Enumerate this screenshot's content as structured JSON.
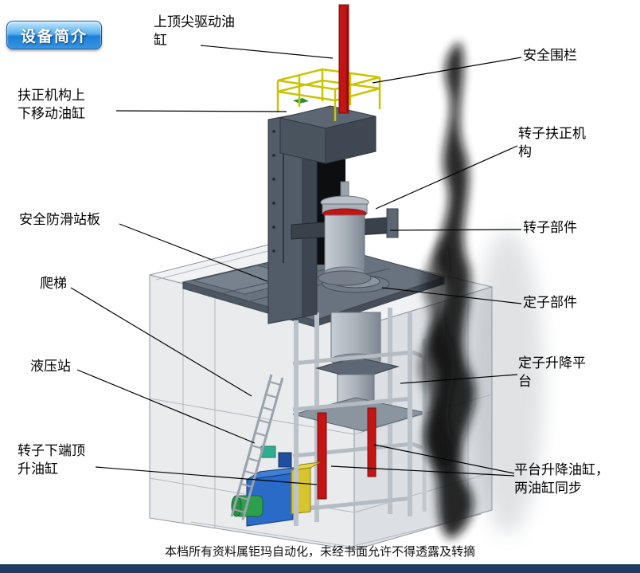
{
  "badge": {
    "label": "设备简介"
  },
  "labels": [
    {
      "id": "top-tip-cylinder",
      "text": "上顶尖驱动油\n缸"
    },
    {
      "id": "safety-fence",
      "text": "安全围栏"
    },
    {
      "id": "centering-move-cylinder",
      "text": "扶正机构上\n下移动油缸"
    },
    {
      "id": "rotor-centering",
      "text": "转子扶正机\n构"
    },
    {
      "id": "antislip-board",
      "text": "安全防滑站板"
    },
    {
      "id": "rotor-part",
      "text": "转子部件"
    },
    {
      "id": "ladder",
      "text": "爬梯"
    },
    {
      "id": "stator-part",
      "text": "定子部件"
    },
    {
      "id": "hydraulic-station",
      "text": "液压站"
    },
    {
      "id": "stator-lift-platform",
      "text": "定子升降平\n台"
    },
    {
      "id": "rotor-bottom-jack",
      "text": "转子下端顶\n升油缸"
    },
    {
      "id": "platform-lift-cylinders",
      "text": "平台升降油缸，\n两油缸同步"
    }
  ],
  "footer": {
    "note": "本档所有资料属钜玛自动化，未经书面允许不得透露及转摘"
  },
  "colors": {
    "badge_blue": "#1d7fd4",
    "cylinder_red": "#c41414",
    "railing_yellow": "#c9c400",
    "hydraulic_blue": "#2b6bc8",
    "motor_green": "#2e9e4f",
    "bottom_bar_navy": "#203a64"
  }
}
